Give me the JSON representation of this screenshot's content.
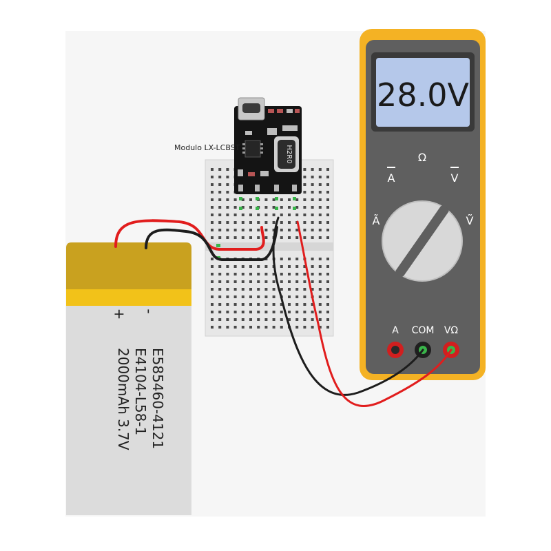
{
  "module": {
    "label": "Modulo LX-LCBST",
    "inductor_marking": "H2R0"
  },
  "multimeter": {
    "display": "28.0V",
    "dial_labels": {
      "ohm": "Ω",
      "dc_amps": "A",
      "dc_volts": "V",
      "ac_amps": "Ã",
      "ac_volts": "Ṽ"
    },
    "jacks": {
      "a": "A",
      "com": "COM",
      "vohm": "VΩ"
    }
  },
  "battery": {
    "minus": "-",
    "plus": "+",
    "lines": [
      "E585460-4121",
      "E4104-L58-1",
      "2000mAh 3.7V"
    ]
  },
  "colors": {
    "meter_body": "#f4b224",
    "meter_face": "#5f5f5f",
    "lcd": "#b5c8ea",
    "wire_red": "#e11d1d",
    "wire_black": "#1d1d1d",
    "battery_top": "#c9a11f",
    "battery_band": "#f2c219",
    "battery_body": "#d9d9d9",
    "breadboard": "#e9e9e9",
    "pcb": "#141414"
  }
}
